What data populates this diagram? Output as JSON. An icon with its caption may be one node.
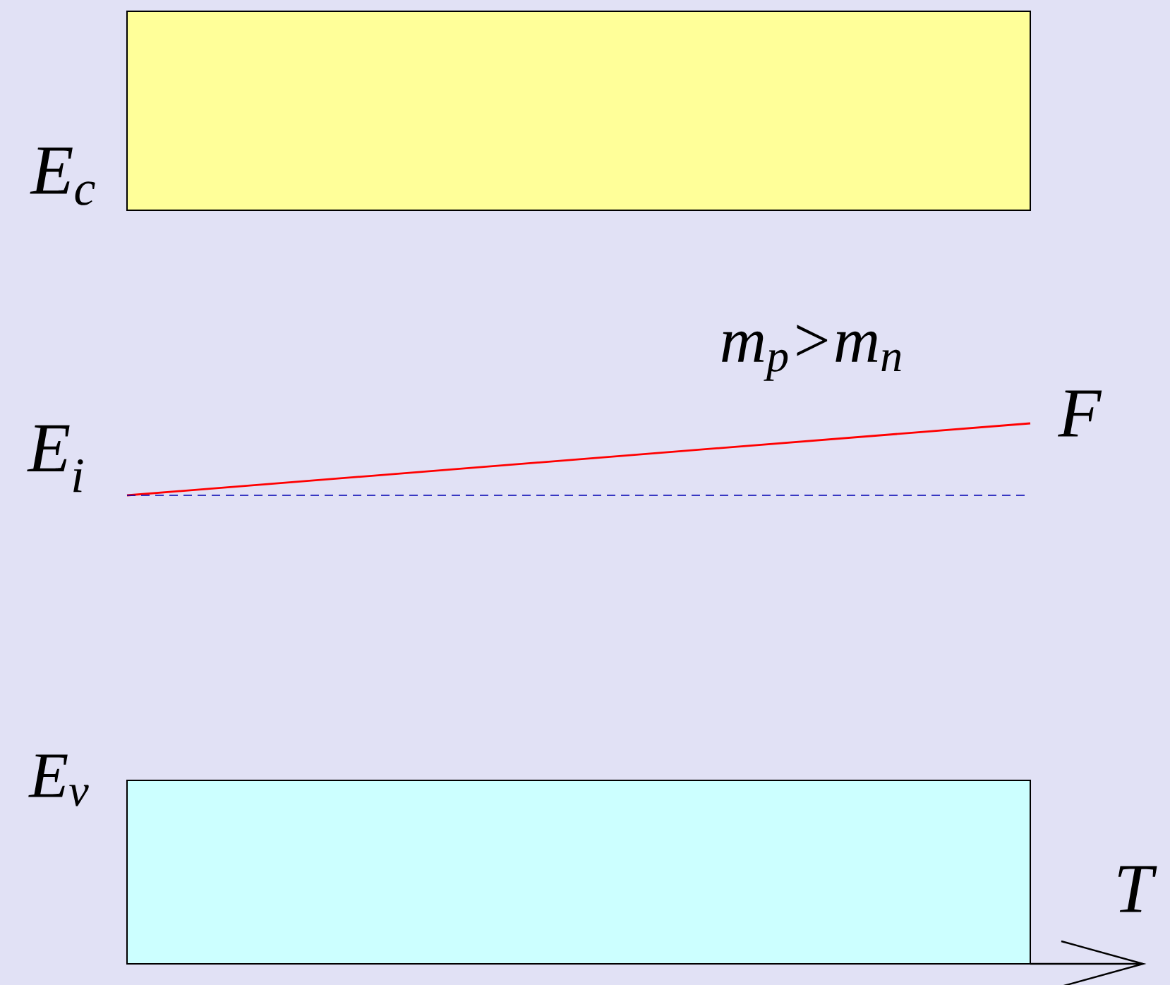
{
  "diagram": {
    "nodes": [
      {
        "text": [],
        "shape": "box"
      },
      {
        "text": [],
        "shape": "box"
      }
    ],
    "labels": [
      "E$_{c}$",
      "m$_{p}$>m$_{n}$",
      "F",
      "E$_{i}$",
      "E$_{v}$",
      "T"
    ]
  }
}
